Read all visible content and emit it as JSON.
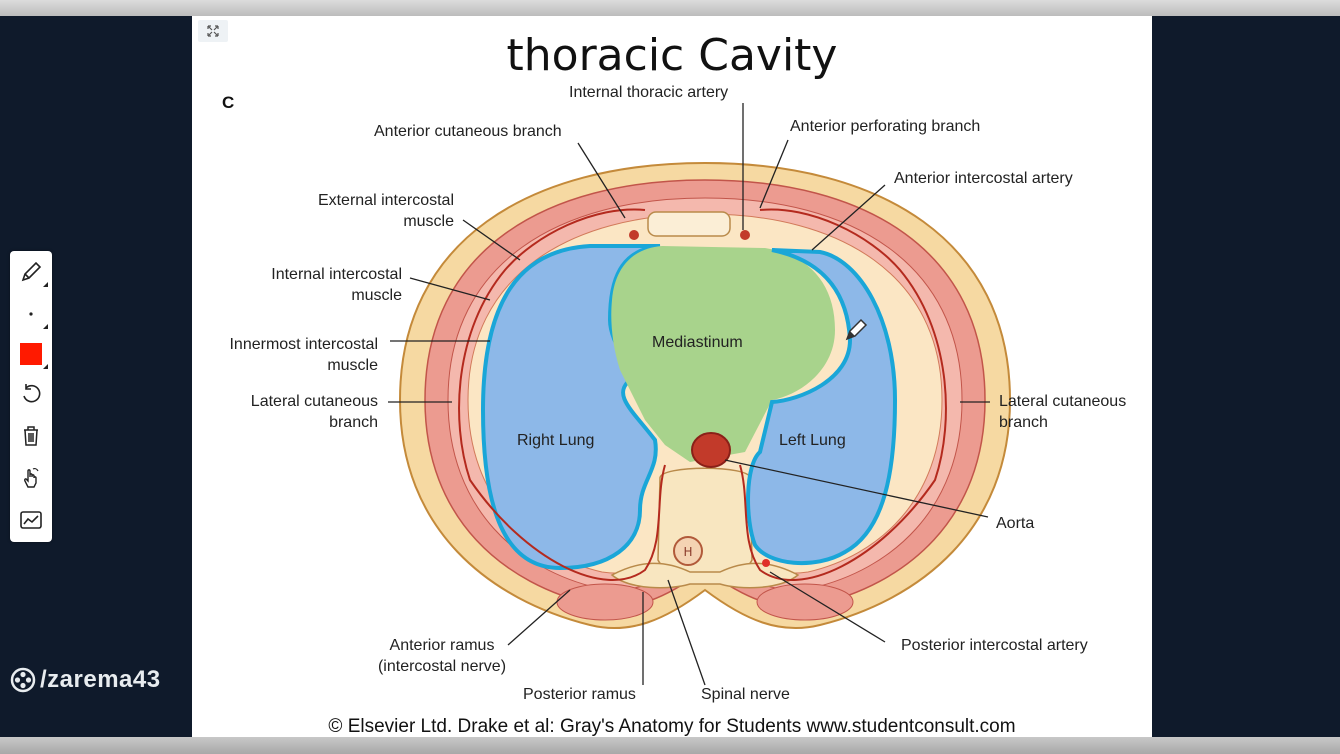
{
  "slide": {
    "title": "thoracic Cavity",
    "panel_letter": "C",
    "caption": "© Elsevier Ltd. Drake et al: Gray's Anatomy for Students www.studentconsult.com"
  },
  "labels": {
    "internal_thoracic_artery": "Internal thoracic artery",
    "anterior_cutaneous_branch": "Anterior cutaneous branch",
    "anterior_perforating_branch": "Anterior perforating branch",
    "anterior_intercostal_artery": "Anterior intercostal artery",
    "external_intercostal_1": "External intercostal",
    "external_intercostal_2": "muscle",
    "internal_intercostal_1": "Internal intercostal",
    "internal_intercostal_2": "muscle",
    "innermost_intercostal_1": "Innermost intercostal",
    "innermost_intercostal_2": "muscle",
    "lateral_cutaneous_left_1": "Lateral cutaneous",
    "lateral_cutaneous_left_2": "branch",
    "lateral_cutaneous_right_1": "Lateral cutaneous",
    "lateral_cutaneous_right_2": "branch",
    "mediastinum": "Mediastinum",
    "right_lung": "Right Lung",
    "left_lung": "Left Lung",
    "aorta": "Aorta",
    "posterior_intercostal_artery": "Posterior intercostal artery",
    "anterior_ramus_1": "Anterior ramus",
    "anterior_ramus_2": "(intercostal nerve)",
    "posterior_ramus": "Posterior ramus",
    "spinal_nerve": "Spinal nerve"
  },
  "toolbar": {
    "tools": [
      "pencil-icon",
      "dot-size-icon",
      "color-swatch",
      "undo-icon",
      "trash-icon",
      "hand-pointer-icon",
      "chart-icon"
    ],
    "selected_color": "#ff1a00"
  },
  "watermark": {
    "text": "/zarema43"
  },
  "colors": {
    "skin": "#f6d9a2",
    "muscle": "#e89088",
    "lung": "#8db8e8",
    "pleura": "#1aa6d8",
    "mediastinum": "#a8d38c",
    "artery": "#b42a1e"
  }
}
